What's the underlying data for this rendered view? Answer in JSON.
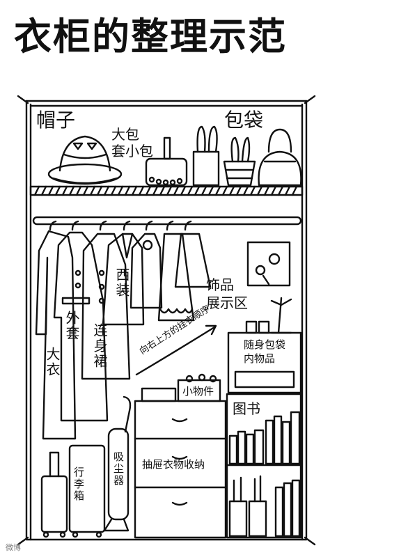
{
  "title": "衣柜的整理示范",
  "labels": {
    "hats": "帽子",
    "big_bag": "大包",
    "small_bag": "套小包",
    "bags": "包袋",
    "suit": "西装",
    "coat": "外套",
    "long_coat": "大衣",
    "dress": "连身裙",
    "accessories_1": "饰品",
    "accessories_2": "展示区",
    "hang_order": "向右上方的挂衣顺序",
    "bag_items_1": "随身包袋",
    "bag_items_2": "内物品",
    "small_items": "小物件",
    "books": "图书",
    "drawer_storage": "抽屉衣物收纳",
    "luggage": "行李箱",
    "vacuum": "吸尘器"
  },
  "watermark": "微博"
}
